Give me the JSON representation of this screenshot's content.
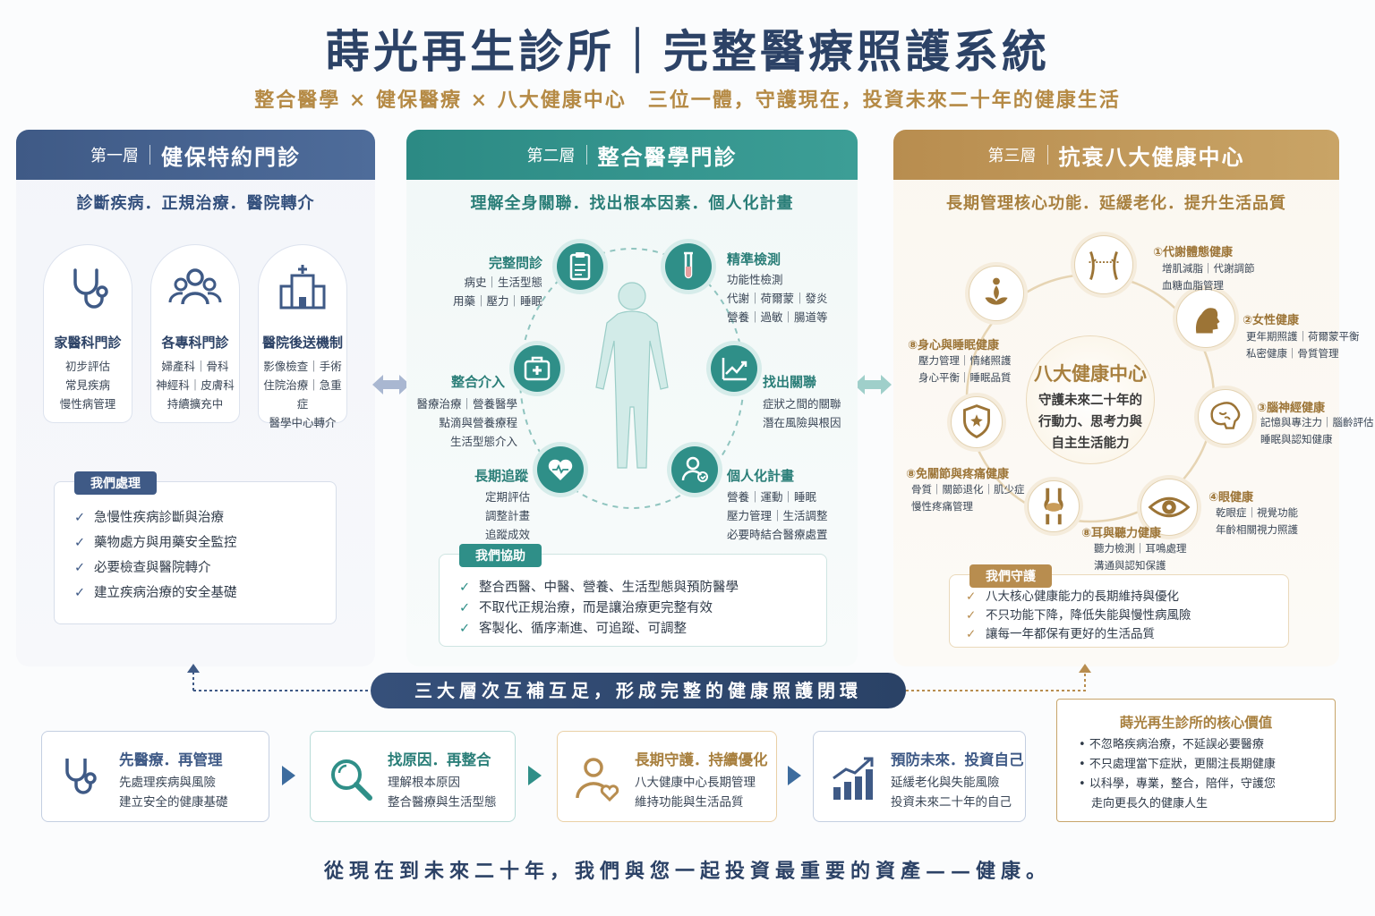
{
  "header": {
    "title": "蒔光再生診所｜完整醫療照護系統",
    "subtitle": "整合醫學 × 健保醫療 × 八大健康中心　三位一體，守護現在，投資未來二十年的健康生活"
  },
  "layer1": {
    "level": "第一層",
    "name": "健保特約門診",
    "tagline": "診斷疾病．正規治療．醫院轉介",
    "cards": [
      {
        "title": "家醫科門診",
        "lines": [
          "初步評估",
          "常見疾病",
          "慢性病管理"
        ],
        "icon": "stethoscope-icon"
      },
      {
        "title": "各專科門診",
        "lines": [
          "婦產科｜骨科",
          "神經科｜皮膚科",
          "持續擴充中"
        ],
        "icon": "team-icon"
      },
      {
        "title": "醫院後送機制",
        "lines": [
          "影像檢查｜手術",
          "住院治療｜急重症",
          "醫學中心轉介"
        ],
        "icon": "hospital-icon"
      }
    ],
    "box_title": "我們處理",
    "box_items": [
      "急慢性疾病診斷與治療",
      "藥物處方與用藥安全監控",
      "必要檢查與醫院轉介",
      "建立疾病治療的安全基礎"
    ]
  },
  "layer2": {
    "level": "第二層",
    "name": "整合醫學門診",
    "tagline": "理解全身關聯．找出根本因素．個人化計畫",
    "items": {
      "history": {
        "title": "完整問診",
        "lines": [
          "病史｜生活型態",
          "用藥｜壓力｜睡眠"
        ]
      },
      "testing": {
        "title": "精準檢測",
        "lines": [
          "功能性檢測",
          "代謝｜荷爾蒙｜發炎",
          "營養｜過敏｜腸道等"
        ]
      },
      "intervention": {
        "title": "整合介入",
        "lines": [
          "醫療治療｜營養醫學",
          "點滴與營養療程",
          "生活型態介入"
        ]
      },
      "links": {
        "title": "找出關聯",
        "lines": [
          "症狀之間的關聯",
          "潛在風險與根因"
        ]
      },
      "tracking": {
        "title": "長期追蹤",
        "lines": [
          "定期評估",
          "調整計畫",
          "追蹤成效"
        ]
      },
      "plan": {
        "title": "個人化計畫",
        "lines": [
          "營養｜運動｜睡眠",
          "壓力管理｜生活調整",
          "必要時結合醫療處置"
        ]
      }
    },
    "box_title": "我們協助",
    "box_items": [
      "整合西醫、中醫、營養、生活型態與預防醫學",
      "不取代正規治療，而是讓治療更完整有效",
      "客製化、循序漸進、可追蹤、可調整"
    ]
  },
  "layer3": {
    "level": "第三層",
    "name": "抗衰八大健康中心",
    "tagline": "長期管理核心功能．延緩老化．提升生活品質",
    "center_title": "八大健康中心",
    "center_lines": [
      "守護未來二十年的",
      "行動力、思考力與",
      "自主生活能力"
    ],
    "centers": {
      "metabolic": {
        "title": "①代謝體態健康",
        "lines": [
          "增肌減脂｜代謝調節",
          "血糖血脂管理"
        ]
      },
      "women": {
        "title": "②女性健康",
        "lines": [
          "更年期照護｜荷爾蒙平衡",
          "私密健康｜骨質管理"
        ]
      },
      "brain": {
        "title": "③腦神經健康",
        "lines": [
          "記憶與專注力｜腦齡評估",
          "睡眠與認知健康"
        ]
      },
      "eye": {
        "title": "④眼健康",
        "lines": [
          "乾眼症｜視覺功能",
          "年齡相關視力照護"
        ]
      },
      "ear": {
        "title": "⑧耳與聽力健康",
        "lines": [
          "聽力檢測｜耳鳴處理",
          "溝通與認知保護"
        ]
      },
      "joint": {
        "title": "⑧免關節與疼痛健康",
        "lines": [
          "骨質｜關節退化｜肌少症",
          "慢性疼痛管理"
        ]
      },
      "mind": {
        "title": "⑧身心與睡眠健康",
        "lines": [
          "壓力管理｜情緒照護",
          "身心平衡｜睡眠品質"
        ]
      }
    },
    "box_title": "我們守護",
    "box_items": [
      "八大核心健康能力的長期維持與優化",
      "不只功能下降，降低失能與慢性病風險",
      "讓每一年都保有更好的生活品質"
    ]
  },
  "banner": "三大層次互補互足，形成完整的健康照護閉環",
  "steps": [
    {
      "title": "先醫療．再管理",
      "lines": [
        "先處理疾病與風險",
        "建立安全的健康基礎"
      ],
      "icon": "stethoscope-icon"
    },
    {
      "title": "找原因．再整合",
      "lines": [
        "理解根本原因",
        "整合醫療與生活型態"
      ],
      "icon": "magnifier-icon"
    },
    {
      "title": "長期守護．持續優化",
      "lines": [
        "八大健康中心長期管理",
        "維持功能與生活品質"
      ],
      "icon": "person-heart-icon"
    },
    {
      "title": "預防未來．投資自己",
      "lines": [
        "延緩老化與失能風險",
        "投資未來二十年的自己"
      ],
      "icon": "growth-chart-icon"
    }
  ],
  "core": {
    "title": "蒔光再生診所的核心價值",
    "items": [
      "不忽略疾病治療，不延誤必要醫療",
      "不只處理當下症狀，更關注長期健康",
      "以科學，專業，整合，陪伴，守護您",
      "走向更長久的健康人生"
    ]
  },
  "footer": "從現在到未來二十年，我們與您一起投資最重要的資產——健康。",
  "colors": {
    "navy": "#2c4266",
    "teal": "#2f8f88",
    "gold": "#b58a45"
  }
}
